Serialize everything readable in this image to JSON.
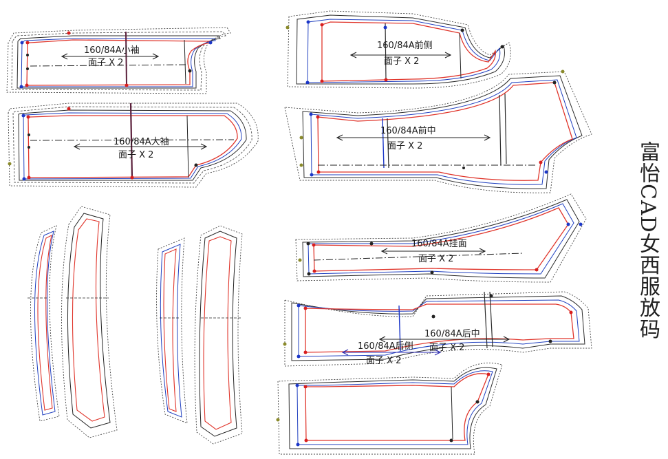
{
  "side_title": "富怡CAD女西服放码",
  "pieces": [
    {
      "id": "xiaoxiu",
      "size_label": "160/84A小袖",
      "qty_label": "面子 X 2"
    },
    {
      "id": "daxiu",
      "size_label": "160/84A大袖",
      "qty_label": "面子 X 2"
    },
    {
      "id": "qiance",
      "size_label": "160/84A前侧",
      "qty_label": "面子 X 2"
    },
    {
      "id": "qianzhong",
      "size_label": "160/84A前中",
      "qty_label": "面子 X 2"
    },
    {
      "id": "guamian",
      "size_label": "160/84A挂面",
      "qty_label": "面子 X 2"
    },
    {
      "id": "houzhong",
      "size_label": "160/84A后中",
      "qty_label": "面子 X 2"
    },
    {
      "id": "houce",
      "size_label": "160/84A后侧",
      "qty_label": "面子 X 2"
    }
  ],
  "line_colors": {
    "seam": "#e0352b",
    "cut": "#1f3fbf",
    "grade": "#3a3a3a",
    "mark": "#d81e1e",
    "blue_mark": "#1b36c8",
    "olive": "#8a8a2a"
  }
}
